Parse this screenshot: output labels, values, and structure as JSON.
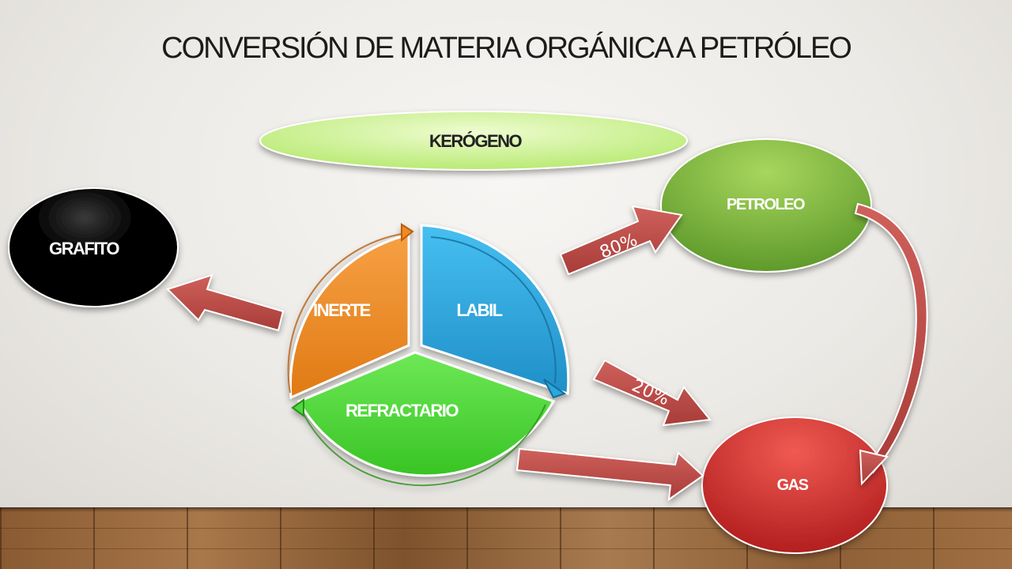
{
  "title": "CONVERSIÓN DE MATERIA  ORGÁNICA  A  PETRÓLEO",
  "nodes": {
    "kerogeno": "KERÓGENO",
    "inerte": "INERTE",
    "labil": "LABIL",
    "refractario": "REFRACTARIO",
    "grafito": "GRAFITO",
    "petroleo": "PETROLEO",
    "gas": "GAS"
  },
  "arrows": {
    "to_petroleo": "80%",
    "to_gas": "20%"
  },
  "colors": {
    "inerte": "#f08a24",
    "labil": "#2aa7dd",
    "refractario": "#4fd83a",
    "grafito": "#000000",
    "petroleo": "#7fb83c",
    "gas": "#d9302f",
    "kerogeno": "#c8f08c",
    "arrow": "#c0504d"
  }
}
